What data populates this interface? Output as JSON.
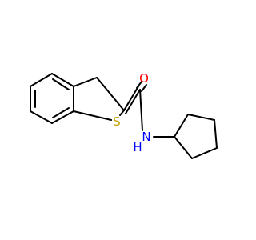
{
  "molecule": {
    "atoms": {
      "sulfur": {
        "symbol": "S",
        "color": "#C8A000"
      },
      "oxygen": {
        "symbol": "O",
        "color": "#FF0000"
      },
      "nitrogen": {
        "symbol": "N",
        "color": "#0000FF"
      },
      "nitrogen_h": {
        "symbol": "H",
        "color": "#0000FF"
      }
    },
    "bond_color": "#000000"
  }
}
